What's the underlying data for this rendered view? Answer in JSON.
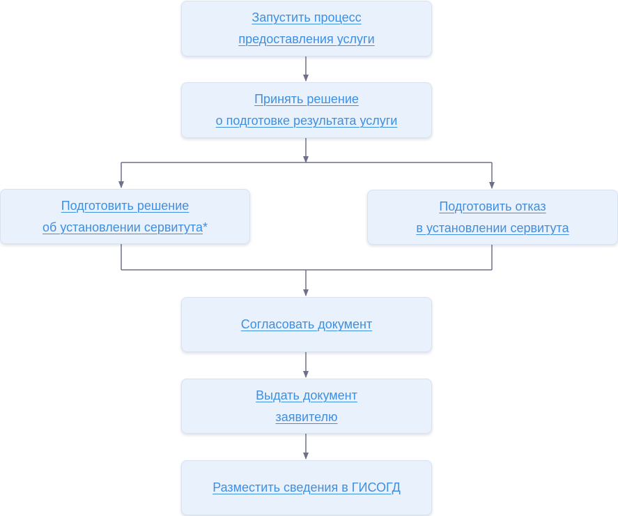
{
  "steps": {
    "start": {
      "line1": "Запустить процесс",
      "line2": "предоставления услуги"
    },
    "decide": {
      "line1": "Принять решение",
      "line2": "о подготовке результата услуги"
    },
    "prepare_decision": {
      "line1": "Подготовить решение",
      "line2": "об установлении сервитута",
      "mark": "*"
    },
    "prepare_refusal": {
      "line1": "Подготовить отказ",
      "line2": "в установлении сервитута"
    },
    "approve": {
      "line1": "Согласовать документ"
    },
    "issue": {
      "line1": "Выдать документ",
      "line2": "заявителю"
    },
    "publish": {
      "line1": "Разместить сведения в ГИСОГД"
    }
  },
  "colors": {
    "box_fill": "#e9f1fc",
    "link_text": "#3f8fe0",
    "connector": "#6e7089"
  }
}
